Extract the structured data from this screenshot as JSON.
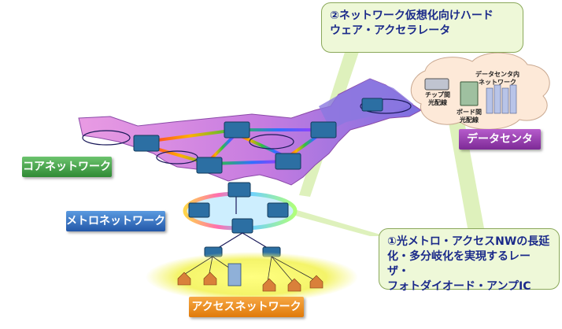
{
  "labels": {
    "core": "コアネットワーク",
    "metro": "メトロネットワーク",
    "access": "アクセスネットワーク",
    "datacenter": "データセンタ"
  },
  "callouts": {
    "accelerator": [
      "②ネットワーク仮想化向けハード",
      "ウェア・アクセラレータ"
    ],
    "photonics": [
      "①光メトロ・アクセスNWの長延",
      "化・多分岐化を実現するレーザ・",
      "フォトダイオード・アンプIC"
    ]
  },
  "datacenter_cloud": {
    "inner_network": [
      "データセンタ内",
      "ネットワーク"
    ],
    "chip_link": [
      "チップ間",
      "光配線"
    ],
    "board_link": [
      "ボード間",
      "光配線"
    ]
  },
  "colors": {
    "core_tag": "#43a047",
    "metro_tag": "#2f6fc4",
    "access_tag": "#ee8a12",
    "datacenter_tag": "#9e3bb5",
    "callout_text": "#1b2a8a"
  }
}
